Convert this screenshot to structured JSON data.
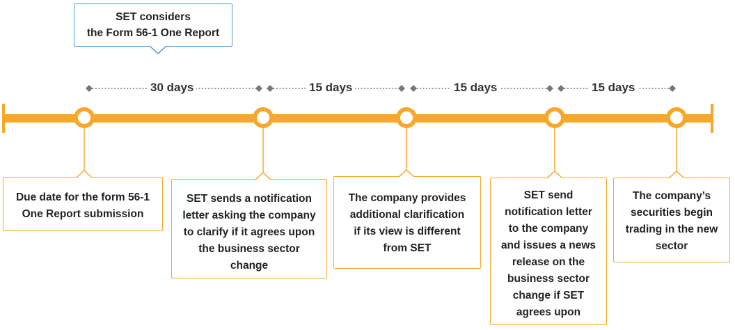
{
  "colors": {
    "timeline": "#f6a82a",
    "callout_border": "#4a9bd6",
    "connector": "#777777"
  },
  "callout": {
    "lines": [
      "SET considers",
      "the Form 56-1 One Report"
    ]
  },
  "intervals": [
    {
      "label": "30 days"
    },
    {
      "label": "15 days"
    },
    {
      "label": "15 days"
    },
    {
      "label": "15 days"
    }
  ],
  "milestones": [
    {
      "lines": [
        "Due date for the form 56-1",
        "One Report submission"
      ]
    },
    {
      "lines": [
        "SET sends a notification",
        "letter asking the company",
        "to clarify if it agrees upon",
        "the business sector",
        "change"
      ]
    },
    {
      "lines": [
        "The company provides",
        "additional clarification",
        "if its view is different",
        "from SET"
      ]
    },
    {
      "lines": [
        "SET send",
        "notification letter",
        "to the company",
        "and issues a news",
        "release on the",
        "business sector",
        "change if SET",
        "agrees upon"
      ]
    },
    {
      "lines": [
        "The company’s",
        "securities begin",
        "trading in the new",
        "sector"
      ]
    }
  ]
}
